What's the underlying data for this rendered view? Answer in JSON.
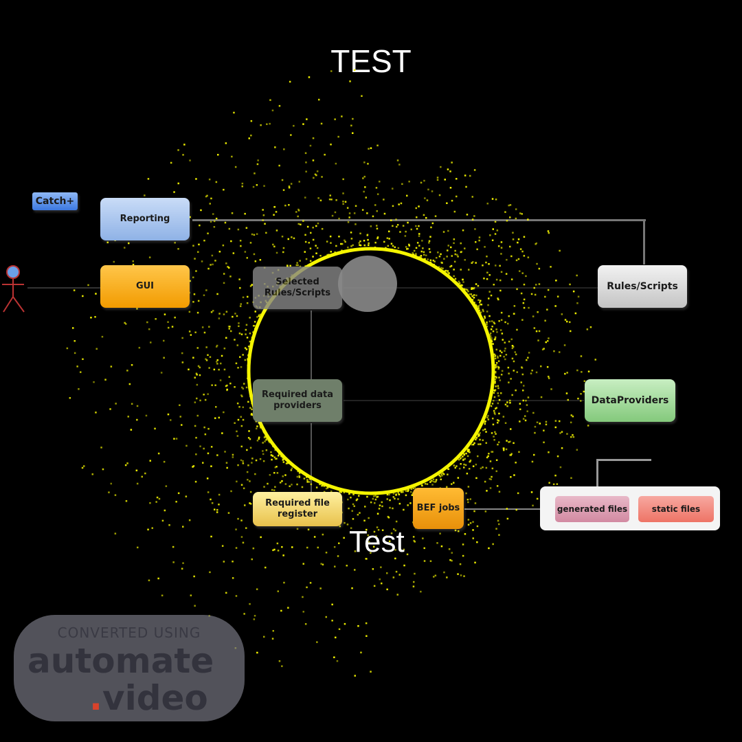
{
  "title": "TEST",
  "caption": "Test",
  "diagram": {
    "catch_label": "Catch+",
    "reporting": "Reporting",
    "gui": "GUI",
    "rules_scripts": "Rules/Scripts",
    "selected_rules": "Selected Rules/Scripts",
    "required_data_providers": "Required data providers",
    "data_providers": "DataProviders",
    "required_file_register": "Required file register",
    "bef_jobs": "BEF jobs",
    "generated_files": "generated files",
    "static_files": "static files"
  },
  "watermark": {
    "line1": "CONVERTED USING",
    "line2": "automate",
    "dot": ".",
    "line3": "video"
  },
  "colors": {
    "ring": "#f5f500",
    "reporting": "#a9c8f0",
    "gui": "#f7a400",
    "green": "#9ed49a"
  }
}
